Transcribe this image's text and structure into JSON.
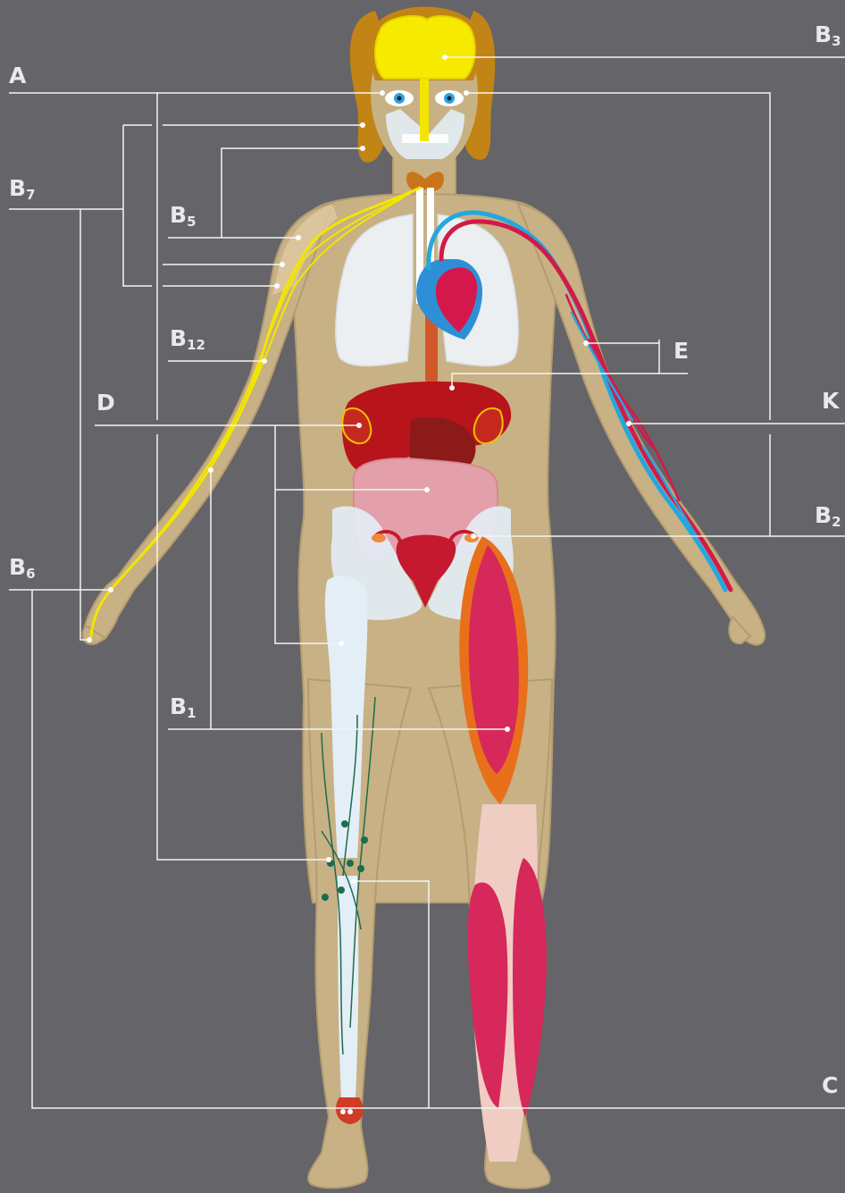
{
  "colors": {
    "background": "#656468",
    "skin": "#c8b184",
    "skin_shade": "#b49c70",
    "hair": "#c28414",
    "nerves": "#f2e600",
    "brain": "#f6ea00",
    "bones": "#e3eef6",
    "lungs": "#eceff2",
    "heart_red": "#d5184b",
    "heart_blue": "#2e8fd6",
    "artery": "#d21a48",
    "vein": "#22a7df",
    "liver": "#b8141c",
    "intestine": "#e3a0ab",
    "muscle_red": "#d6285a",
    "muscle_orange": "#e8701b",
    "tendon": "#efcdc3",
    "lymph": "#1e6b4e",
    "leader_line": "#f4f4f4"
  },
  "labels": {
    "a": {
      "main": "A",
      "sub": ""
    },
    "b3": {
      "main": "B",
      "sub": "3"
    },
    "b7": {
      "main": "B",
      "sub": "7"
    },
    "b5": {
      "main": "B",
      "sub": "5"
    },
    "b12": {
      "main": "B",
      "sub": "12"
    },
    "d": {
      "main": "D",
      "sub": ""
    },
    "e": {
      "main": "E",
      "sub": ""
    },
    "k": {
      "main": "K",
      "sub": ""
    },
    "b2": {
      "main": "B",
      "sub": "2"
    },
    "b6": {
      "main": "B",
      "sub": "6"
    },
    "b1": {
      "main": "B",
      "sub": "1"
    },
    "c": {
      "main": "C",
      "sub": ""
    }
  }
}
